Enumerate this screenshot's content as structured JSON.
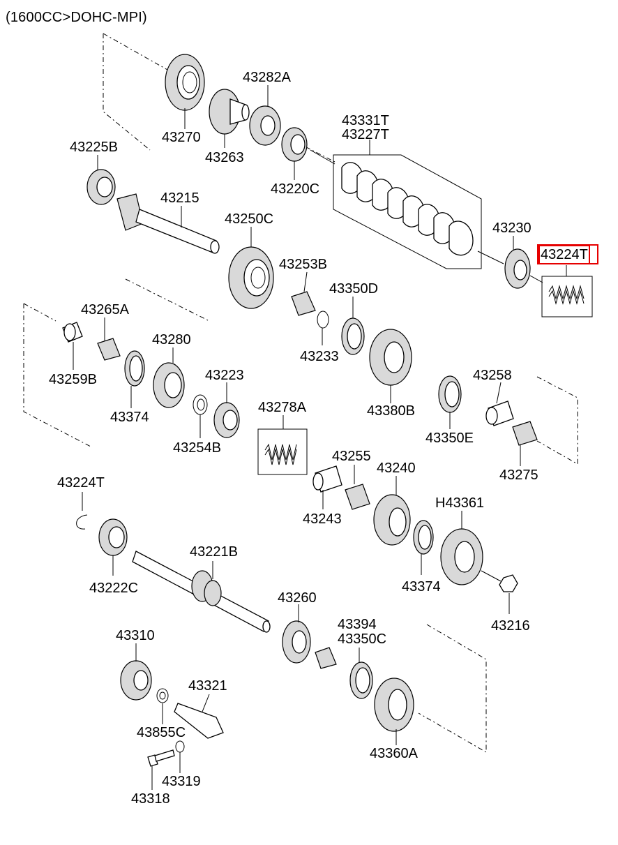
{
  "header": "(1600CC>DOHC-MPI)",
  "highlight_color": "#e60000",
  "labels": {
    "p43270": "43270",
    "p43282A": "43282A",
    "p43263": "43263",
    "p43331T": "43331T",
    "p43227T": "43227T",
    "p43225B": "43225B",
    "p43220C": "43220C",
    "p43215": "43215",
    "p43250C": "43250C",
    "p43230": "43230",
    "p43224T_top": "43224T",
    "p43253B": "43253B",
    "p43350D": "43350D",
    "p43265A": "43265A",
    "p43280": "43280",
    "p43233": "43233",
    "p43259B": "43259B",
    "p43223": "43223",
    "p43258": "43258",
    "p43374_left": "43374",
    "p43380B": "43380B",
    "p43278A": "43278A",
    "p43254B": "43254B",
    "p43350E": "43350E",
    "p43255": "43255",
    "p43240": "43240",
    "p43275": "43275",
    "p43224T_bottom": "43224T",
    "pH43361": "H43361",
    "p43243": "43243",
    "p43221B": "43221B",
    "p43222C": "43222C",
    "p43374_right": "43374",
    "p43260": "43260",
    "p43216": "43216",
    "p43394": "43394",
    "p43350C": "43350C",
    "p43310": "43310",
    "p43321": "43321",
    "p43855C": "43855C",
    "p43360A": "43360A",
    "p43319": "43319",
    "p43318": "43318"
  }
}
